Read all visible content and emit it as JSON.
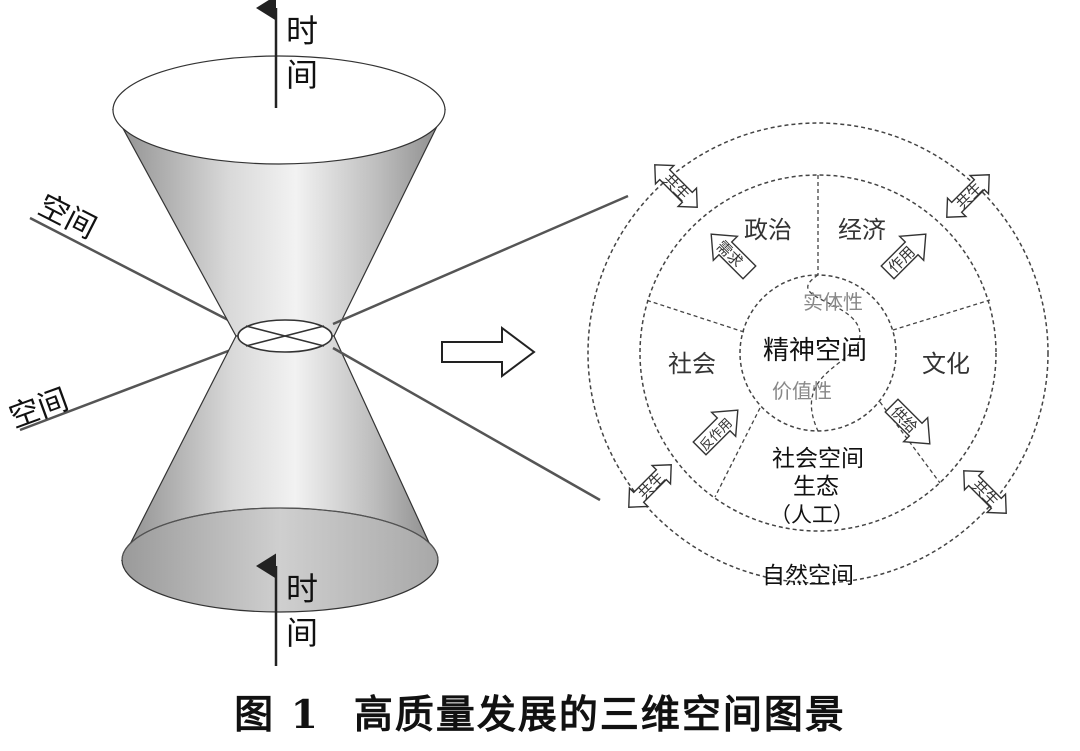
{
  "cone": {
    "time_top": "时间",
    "time_bottom": "时间",
    "space_upper": "空间",
    "space_lower": "空间"
  },
  "circle": {
    "sectors": {
      "politics": "政治",
      "economy": "经济",
      "culture": "文化",
      "society": "社会"
    },
    "center": {
      "top": "实体性",
      "main": "精神空间",
      "bottom": "价值性"
    },
    "social_space": {
      "line1": "社会空间",
      "line2": "生态",
      "line3": "（人工）"
    },
    "natural_space": "自然空间",
    "arrows": {
      "coexist": "共生",
      "demand": "需求",
      "action": "作用",
      "supply": "供给",
      "reaction": "反作用"
    }
  },
  "caption": {
    "figure_no": "图 1",
    "title": "高质量发展的三维空间图景"
  }
}
